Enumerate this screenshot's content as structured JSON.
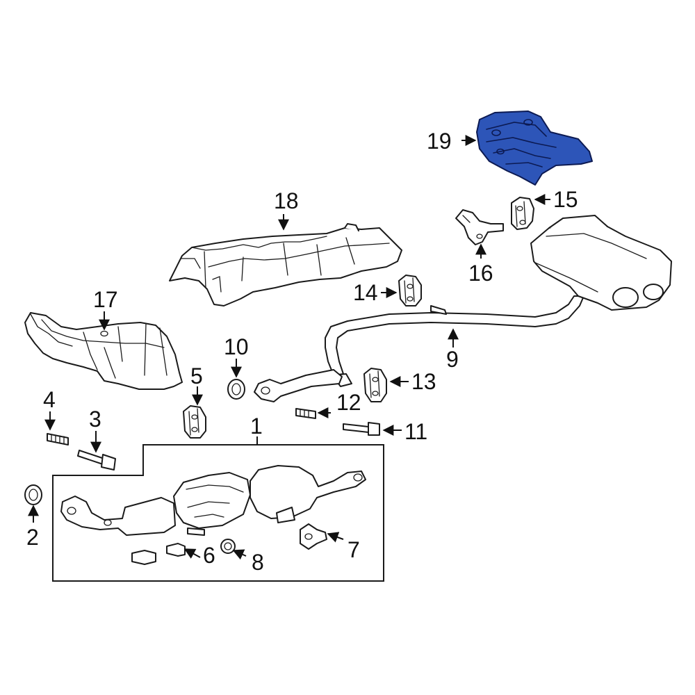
{
  "callouts": {
    "c1": "1",
    "c2": "2",
    "c3": "3",
    "c4": "4",
    "c5": "5",
    "c6": "6",
    "c7": "7",
    "c8": "8",
    "c9": "9",
    "c10": "10",
    "c11": "11",
    "c12": "12",
    "c13": "13",
    "c14": "14",
    "c15": "15",
    "c16": "16",
    "c17": "17",
    "c18": "18",
    "c19": "19"
  },
  "colors": {
    "highlight_part": "#2d55b8",
    "line_art": "#1a1a1a",
    "background": "#ffffff"
  },
  "highlighted_callout": "19"
}
